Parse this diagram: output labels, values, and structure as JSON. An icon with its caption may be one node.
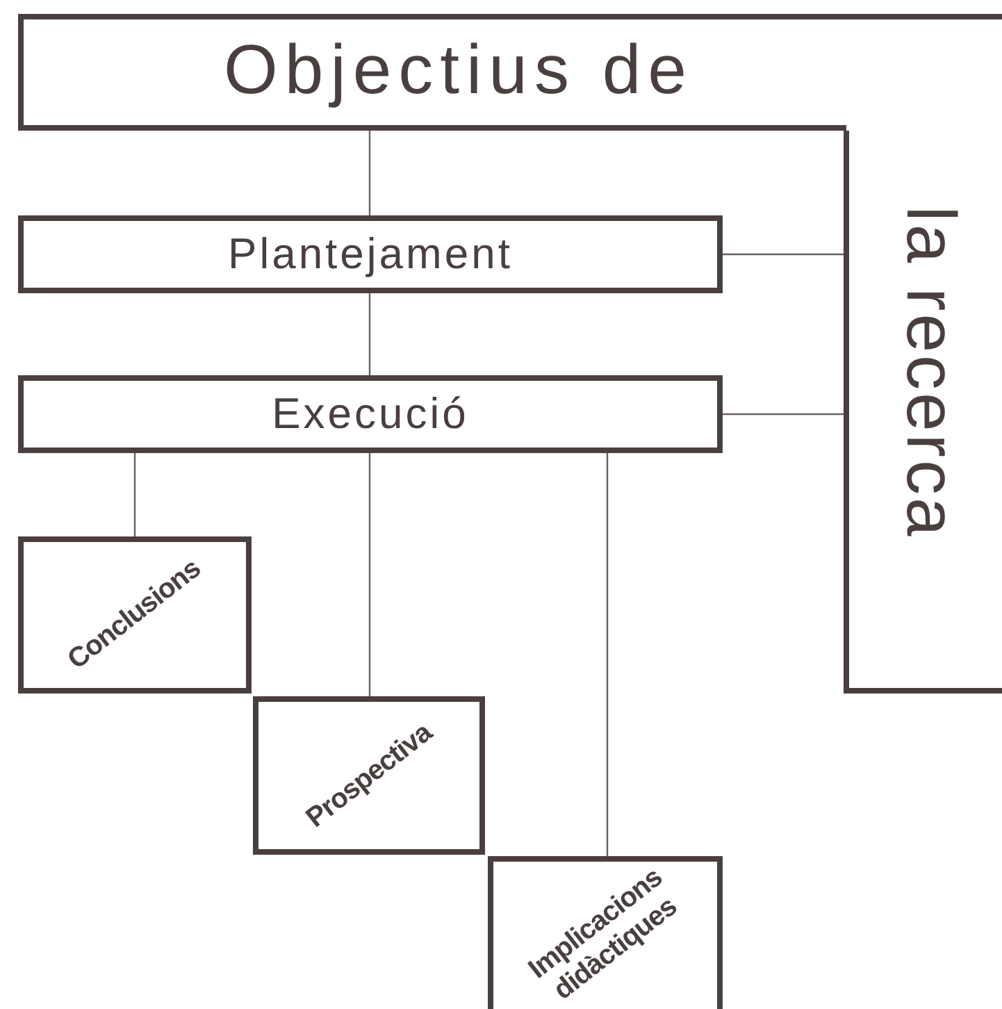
{
  "diagram": {
    "nodes": [
      {
        "text": [
          "Objectius de"
        ]
      },
      {
        "text": [
          "la recerca"
        ]
      },
      {
        "text": [
          "Plantejament"
        ]
      },
      {
        "text": [
          "Execució"
        ]
      },
      {
        "text": [
          "Conclusions"
        ]
      },
      {
        "text": [
          "Prospectiva"
        ]
      },
      {
        "text": [
          "Implicacions didàctiques"
        ]
      }
    ],
    "edges": [
      {
        "from": 0,
        "to": 2,
        "arrow": "none"
      },
      {
        "from": 2,
        "to": 3,
        "arrow": "none"
      },
      {
        "from": 2,
        "to": 1,
        "arrow": "none"
      },
      {
        "from": 3,
        "to": 1,
        "arrow": "none"
      },
      {
        "from": 3,
        "to": 4,
        "arrow": "none"
      },
      {
        "from": 3,
        "to": 5,
        "arrow": "none"
      },
      {
        "from": 3,
        "to": 6,
        "arrow": "none"
      }
    ]
  }
}
